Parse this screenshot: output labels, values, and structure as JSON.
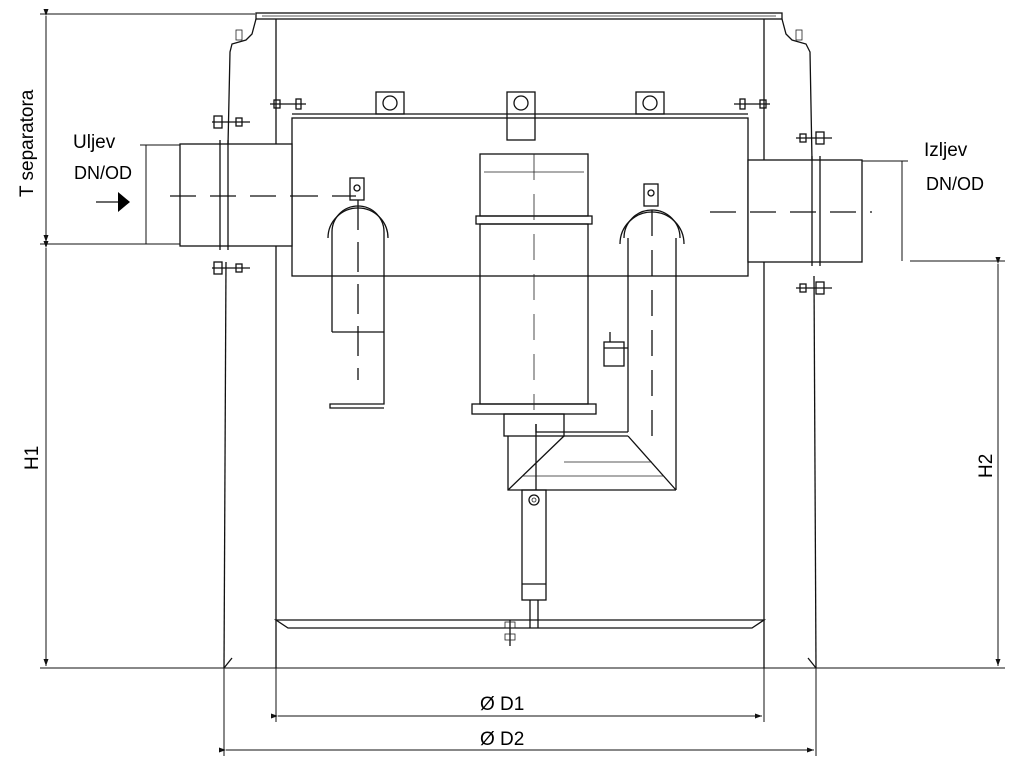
{
  "labels": {
    "t_separatora": "T separatora",
    "uljev": "Uljev",
    "inlet_dn": "DN/OD",
    "izljev": "Izljev",
    "outlet_dn": "DN/OD",
    "h1": "H1",
    "h2": "H2",
    "d1": "Ø D1",
    "d2": "Ø D2"
  },
  "colors": {
    "line": "#111111",
    "background": "#ffffff"
  },
  "icons": {
    "inlet_arrow": "arrow-right-icon"
  }
}
